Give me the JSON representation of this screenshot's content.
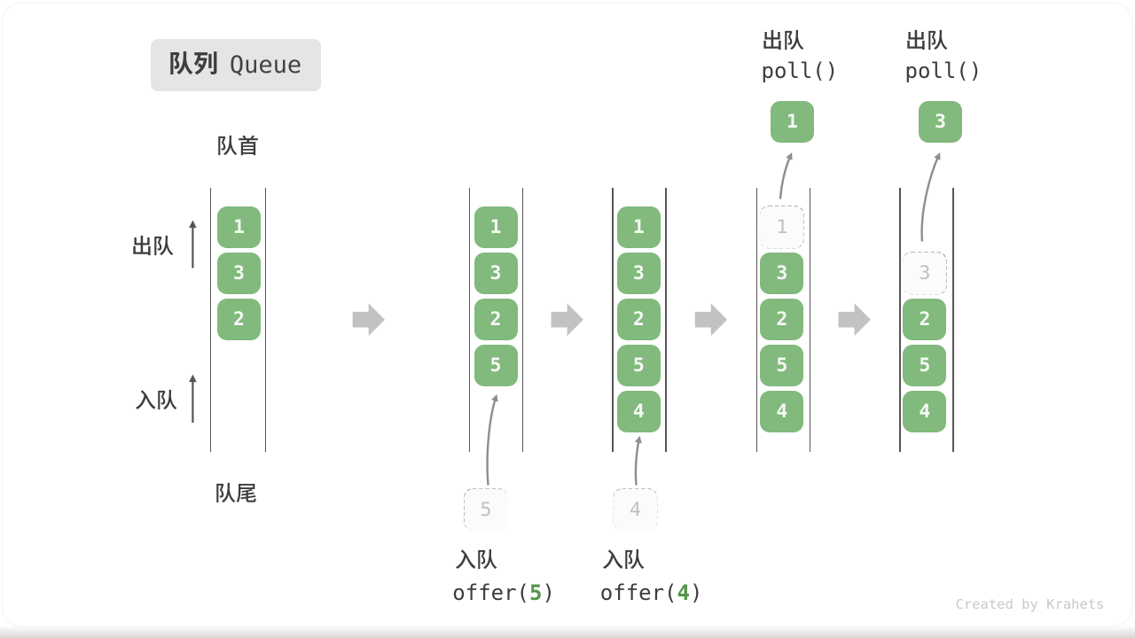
{
  "title": {
    "zh": "队列",
    "en": "Queue"
  },
  "labels": {
    "front": "队首",
    "rear": "队尾",
    "dequeue": "出队",
    "enqueue": "入队"
  },
  "ops": {
    "poll": "poll()",
    "offer_prefix": "offer(",
    "offer_suffix": ")",
    "offer5_arg": "5",
    "offer4_arg": "4"
  },
  "columns": [
    {
      "cells": [
        {
          "type": "solid",
          "row": 1,
          "value": "1"
        },
        {
          "type": "solid",
          "row": 2,
          "value": "3"
        },
        {
          "type": "solid",
          "row": 3,
          "value": "2"
        }
      ]
    },
    {
      "cells": [
        {
          "type": "solid",
          "row": 1,
          "value": "1"
        },
        {
          "type": "solid",
          "row": 2,
          "value": "3"
        },
        {
          "type": "solid",
          "row": 3,
          "value": "2"
        },
        {
          "type": "solid",
          "row": 4,
          "value": "5"
        }
      ]
    },
    {
      "cells": [
        {
          "type": "solid",
          "row": 1,
          "value": "1"
        },
        {
          "type": "solid",
          "row": 2,
          "value": "3"
        },
        {
          "type": "solid",
          "row": 3,
          "value": "2"
        },
        {
          "type": "solid",
          "row": 4,
          "value": "5"
        },
        {
          "type": "solid",
          "row": 5,
          "value": "4"
        }
      ]
    },
    {
      "cells": [
        {
          "type": "ghost",
          "row": 1,
          "value": "1"
        },
        {
          "type": "solid",
          "row": 2,
          "value": "3"
        },
        {
          "type": "solid",
          "row": 3,
          "value": "2"
        },
        {
          "type": "solid",
          "row": 4,
          "value": "5"
        },
        {
          "type": "solid",
          "row": 5,
          "value": "4"
        }
      ]
    },
    {
      "cells": [
        {
          "type": "ghost",
          "row": 2,
          "value": "3"
        },
        {
          "type": "solid",
          "row": 3,
          "value": "2"
        },
        {
          "type": "solid",
          "row": 4,
          "value": "5"
        },
        {
          "type": "solid",
          "row": 5,
          "value": "4"
        }
      ]
    }
  ],
  "incoming": {
    "col2": "5",
    "col3": "4"
  },
  "popped": {
    "col4": "1",
    "col5": "3"
  },
  "watermark": "Created by Krahets",
  "colors": {
    "green": "#82b97d",
    "green_text": "#f5f9f4",
    "dark": "#3d3d3d",
    "ghost_border": "#adadad",
    "ghost_fill": "#fbfbfb",
    "ghost_text": "#bfbfbf",
    "rail": "#565656",
    "block_arrow": "#c2c2c2",
    "curve_arrow": "#8e8e8e",
    "up_arrow": "#555555",
    "badge_bg": "#e5e5e5",
    "offer_arg": "#529548",
    "watermark": "#c9c9c9"
  }
}
